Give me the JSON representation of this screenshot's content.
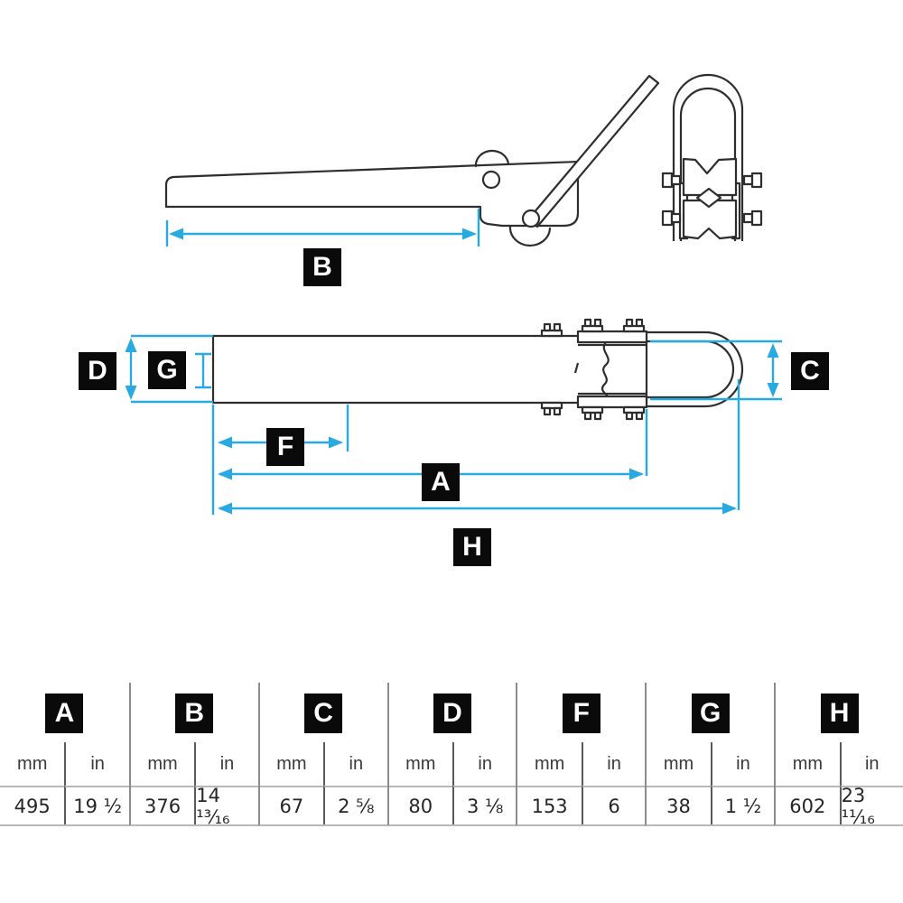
{
  "diagram": {
    "labels": {
      "a": "A",
      "b": "B",
      "c": "C",
      "d": "D",
      "f": "F",
      "g": "G",
      "h": "H"
    }
  },
  "table": {
    "units": {
      "mm": "mm",
      "in": "in"
    },
    "columns": [
      {
        "letter": "A",
        "mm": "495",
        "in": "19 ½"
      },
      {
        "letter": "B",
        "mm": "376",
        "in": "14 ¹³⁄₁₆"
      },
      {
        "letter": "C",
        "mm": "67",
        "in": "2 ⅝"
      },
      {
        "letter": "D",
        "mm": "80",
        "in": "3 ⅛"
      },
      {
        "letter": "F",
        "mm": "153",
        "in": "6"
      },
      {
        "letter": "G",
        "mm": "38",
        "in": "1 ½"
      },
      {
        "letter": "H",
        "mm": "602",
        "in": "23 ¹¹⁄₁₆"
      }
    ]
  },
  "colors": {
    "accent": "#29a9e2",
    "ink": "#2e2e2e",
    "chip": "#0a0a0a"
  }
}
